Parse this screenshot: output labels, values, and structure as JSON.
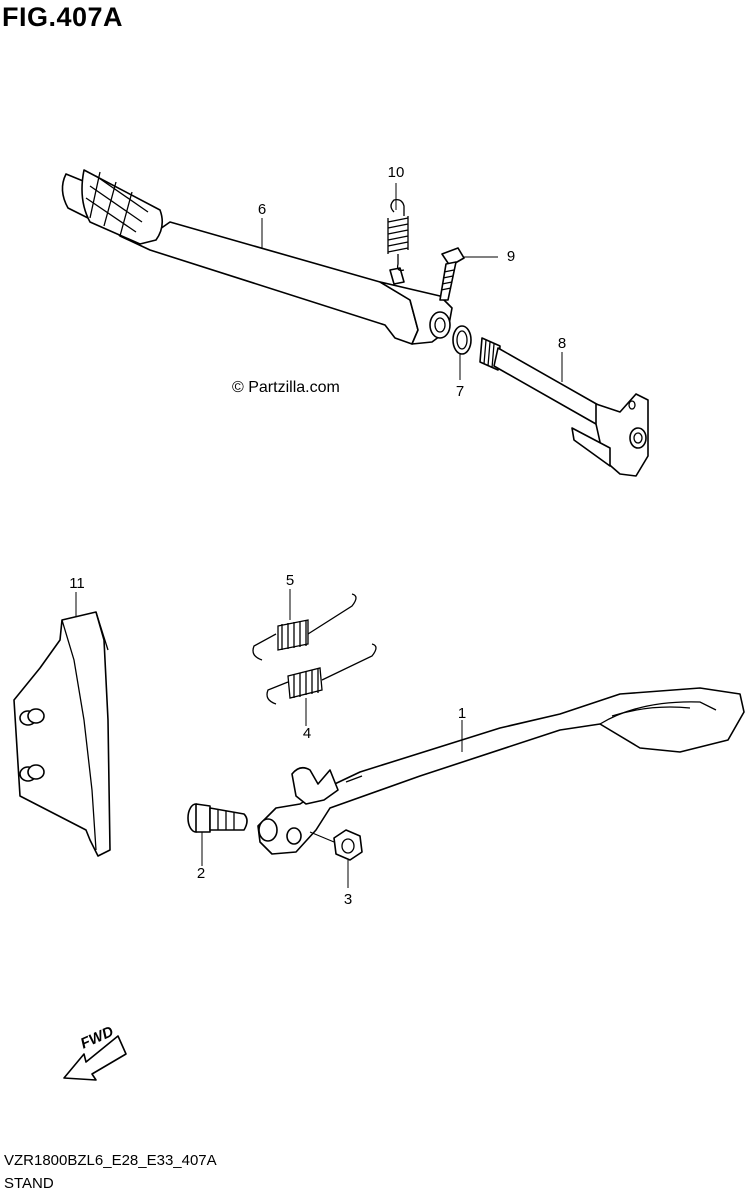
{
  "figure": {
    "title": "FIG.407A",
    "code": "VZR1800BZL6_E28_E33_407A",
    "name": "STAND",
    "watermark": "© Partzilla.com"
  },
  "callouts": [
    {
      "id": "1",
      "label": "1"
    },
    {
      "id": "2",
      "label": "2"
    },
    {
      "id": "3",
      "label": "3"
    },
    {
      "id": "4",
      "label": "4"
    },
    {
      "id": "5",
      "label": "5"
    },
    {
      "id": "6",
      "label": "6"
    },
    {
      "id": "7",
      "label": "7"
    },
    {
      "id": "8",
      "label": "8"
    },
    {
      "id": "9",
      "label": "9"
    },
    {
      "id": "10",
      "label": "10"
    },
    {
      "id": "11",
      "label": "11"
    }
  ],
  "direction_marker": {
    "label": "FWD",
    "icon": "fwd-arrow-icon"
  }
}
